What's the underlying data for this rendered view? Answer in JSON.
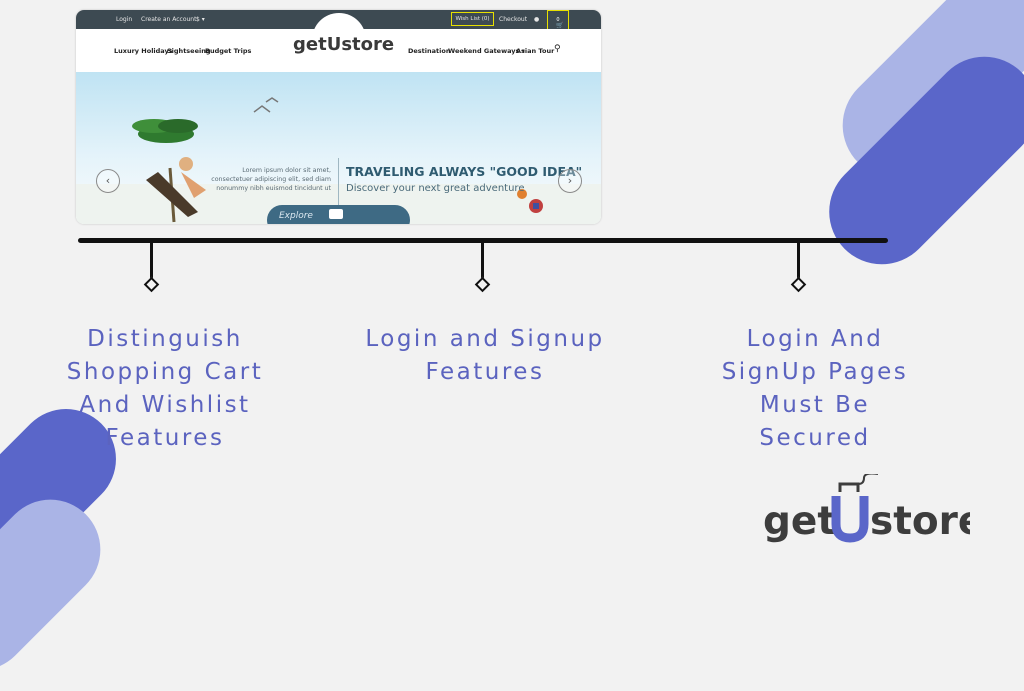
{
  "screenshot": {
    "topbar": {
      "login": "Login",
      "create_account": "Create an Account",
      "currency": "$ ▾",
      "wishlist": "Wish List (0)",
      "checkout": "Checkout",
      "cart_count": "0"
    },
    "nav_left": [
      "Luxury Holidays",
      "Sightseeing",
      "Budget Trips"
    ],
    "nav_right": [
      "Destination",
      "Weekend Gateways ▾",
      "Asian Tour"
    ],
    "logo": "getUstore",
    "hero": {
      "lorem": [
        "Lorem ipsum dolor sit amet,",
        "consectetuer adipiscing elit, sed diam",
        "nonummy nibh euismod tincidunt ut"
      ],
      "headline": "TRAVELING ALWAYS \"GOOD IDEA\"",
      "subtitle": "Discover your next great adventure",
      "explore": "Explore",
      "prev": "‹",
      "next": "›"
    }
  },
  "captions": [
    [
      "Distinguish",
      "Shopping Cart",
      "And Wishlist",
      "Features"
    ],
    [
      "Login and Signup",
      "Features"
    ],
    [
      "Login And",
      "SignUp Pages",
      "Must Be",
      "Secured"
    ]
  ],
  "brand": {
    "pre": "get",
    "post": "store"
  },
  "colors": {
    "accent": "#5b63bf",
    "light": "#aab4e6",
    "dark": "#5a66c9",
    "highlight": "#e7e000"
  }
}
